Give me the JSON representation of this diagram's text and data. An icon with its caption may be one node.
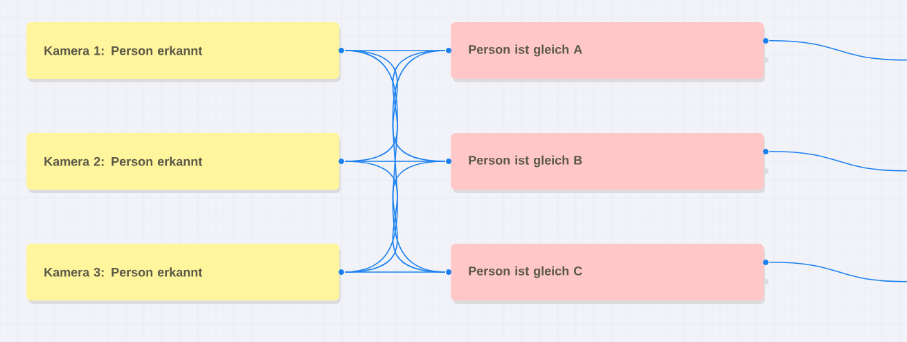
{
  "diagram": {
    "nodes": [
      {
        "text": [
          "Kamera 1: Person erkannt"
        ]
      },
      {
        "text": [
          "Kamera 2: Person erkannt"
        ]
      },
      {
        "text": [
          "Kamera 3: Person erkannt"
        ]
      },
      {
        "text": [
          "Person ist gleich A"
        ]
      },
      {
        "text": [
          "Person ist gleich B"
        ]
      },
      {
        "text": [
          "Person ist gleich C"
        ]
      }
    ],
    "edges": [
      {
        "from": 0,
        "to": 3,
        "arrow": "none"
      },
      {
        "from": 0,
        "to": 4,
        "arrow": "none"
      },
      {
        "from": 0,
        "to": 5,
        "arrow": "none"
      },
      {
        "from": 1,
        "to": 3,
        "arrow": "none"
      },
      {
        "from": 1,
        "to": 4,
        "arrow": "none"
      },
      {
        "from": 1,
        "to": 5,
        "arrow": "none"
      },
      {
        "from": 2,
        "to": 3,
        "arrow": "none"
      },
      {
        "from": 2,
        "to": 4,
        "arrow": "none"
      },
      {
        "from": 2,
        "to": 5,
        "arrow": "none"
      },
      {
        "from": 3,
        "to": null,
        "arrow": "none"
      },
      {
        "from": 4,
        "to": null,
        "arrow": "none"
      },
      {
        "from": 5,
        "to": null,
        "arrow": "none"
      }
    ]
  }
}
